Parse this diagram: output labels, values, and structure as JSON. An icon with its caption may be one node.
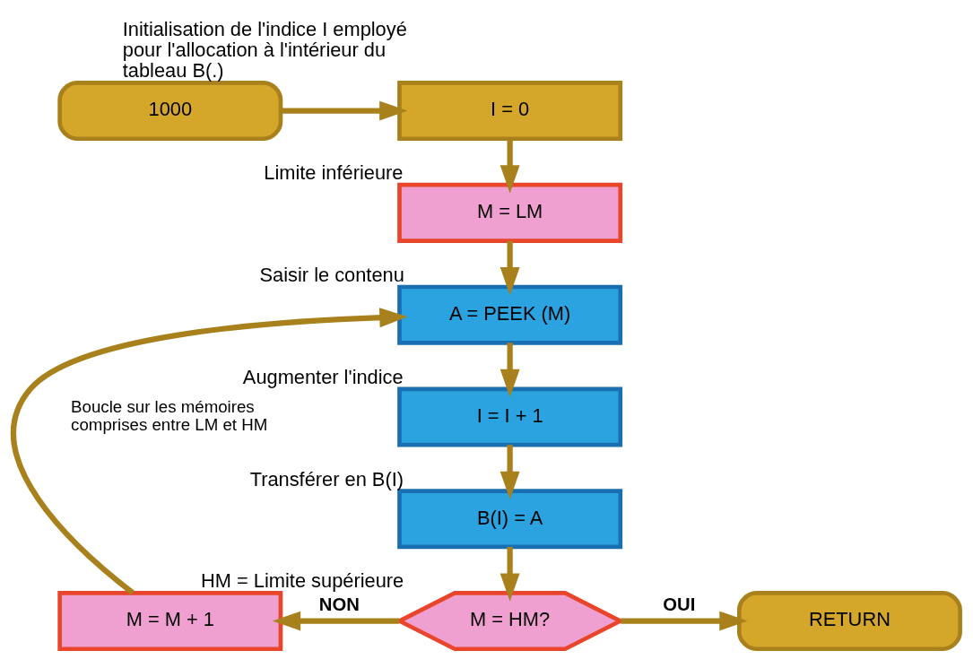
{
  "diagram": {
    "nodes": [
      {
        "text": [
          "1000"
        ]
      },
      {
        "text": [
          "I = 0"
        ],
        "beside": [
          "Initialisation de l'indice I employé pour l'allocation à l'intérieur du tableau B(.)"
        ]
      },
      {
        "text": [
          "M = LM"
        ],
        "beside": [
          "Limite inférieure"
        ]
      },
      {
        "text": [
          "A = PEEK (M)"
        ],
        "beside": [
          "Saisir le contenu"
        ]
      },
      {
        "text": [
          "I = I + 1"
        ],
        "beside": [
          "Augmenter l'indice"
        ]
      },
      {
        "text": [
          "B(I) = A"
        ],
        "beside": [
          "Transférer en B(I)"
        ]
      },
      {
        "text": [
          "M = HM?"
        ],
        "beside": [
          "HM = Limite supérieure"
        ]
      },
      {
        "text": [
          "RETURN"
        ]
      },
      {
        "text": [
          "M = M + 1"
        ]
      }
    ],
    "edges": [
      {
        "from": 0,
        "to": 1,
        "arrow": "to"
      },
      {
        "from": 1,
        "to": 2,
        "arrow": "to"
      },
      {
        "from": 2,
        "to": 3,
        "arrow": "to"
      },
      {
        "from": 3,
        "to": 4,
        "arrow": "to"
      },
      {
        "from": 4,
        "to": 5,
        "arrow": "to"
      },
      {
        "from": 5,
        "to": 6,
        "arrow": "to"
      },
      {
        "from": 6,
        "to": 8,
        "arrow": "to",
        "label": "NON"
      },
      {
        "from": 6,
        "to": 7,
        "arrow": "to",
        "label": "OUI"
      },
      {
        "from": 8,
        "to": 3,
        "arrow": "to"
      }
    ],
    "labels": [
      "Boucle sur les mémoires comprises entre LM et HM"
    ]
  }
}
